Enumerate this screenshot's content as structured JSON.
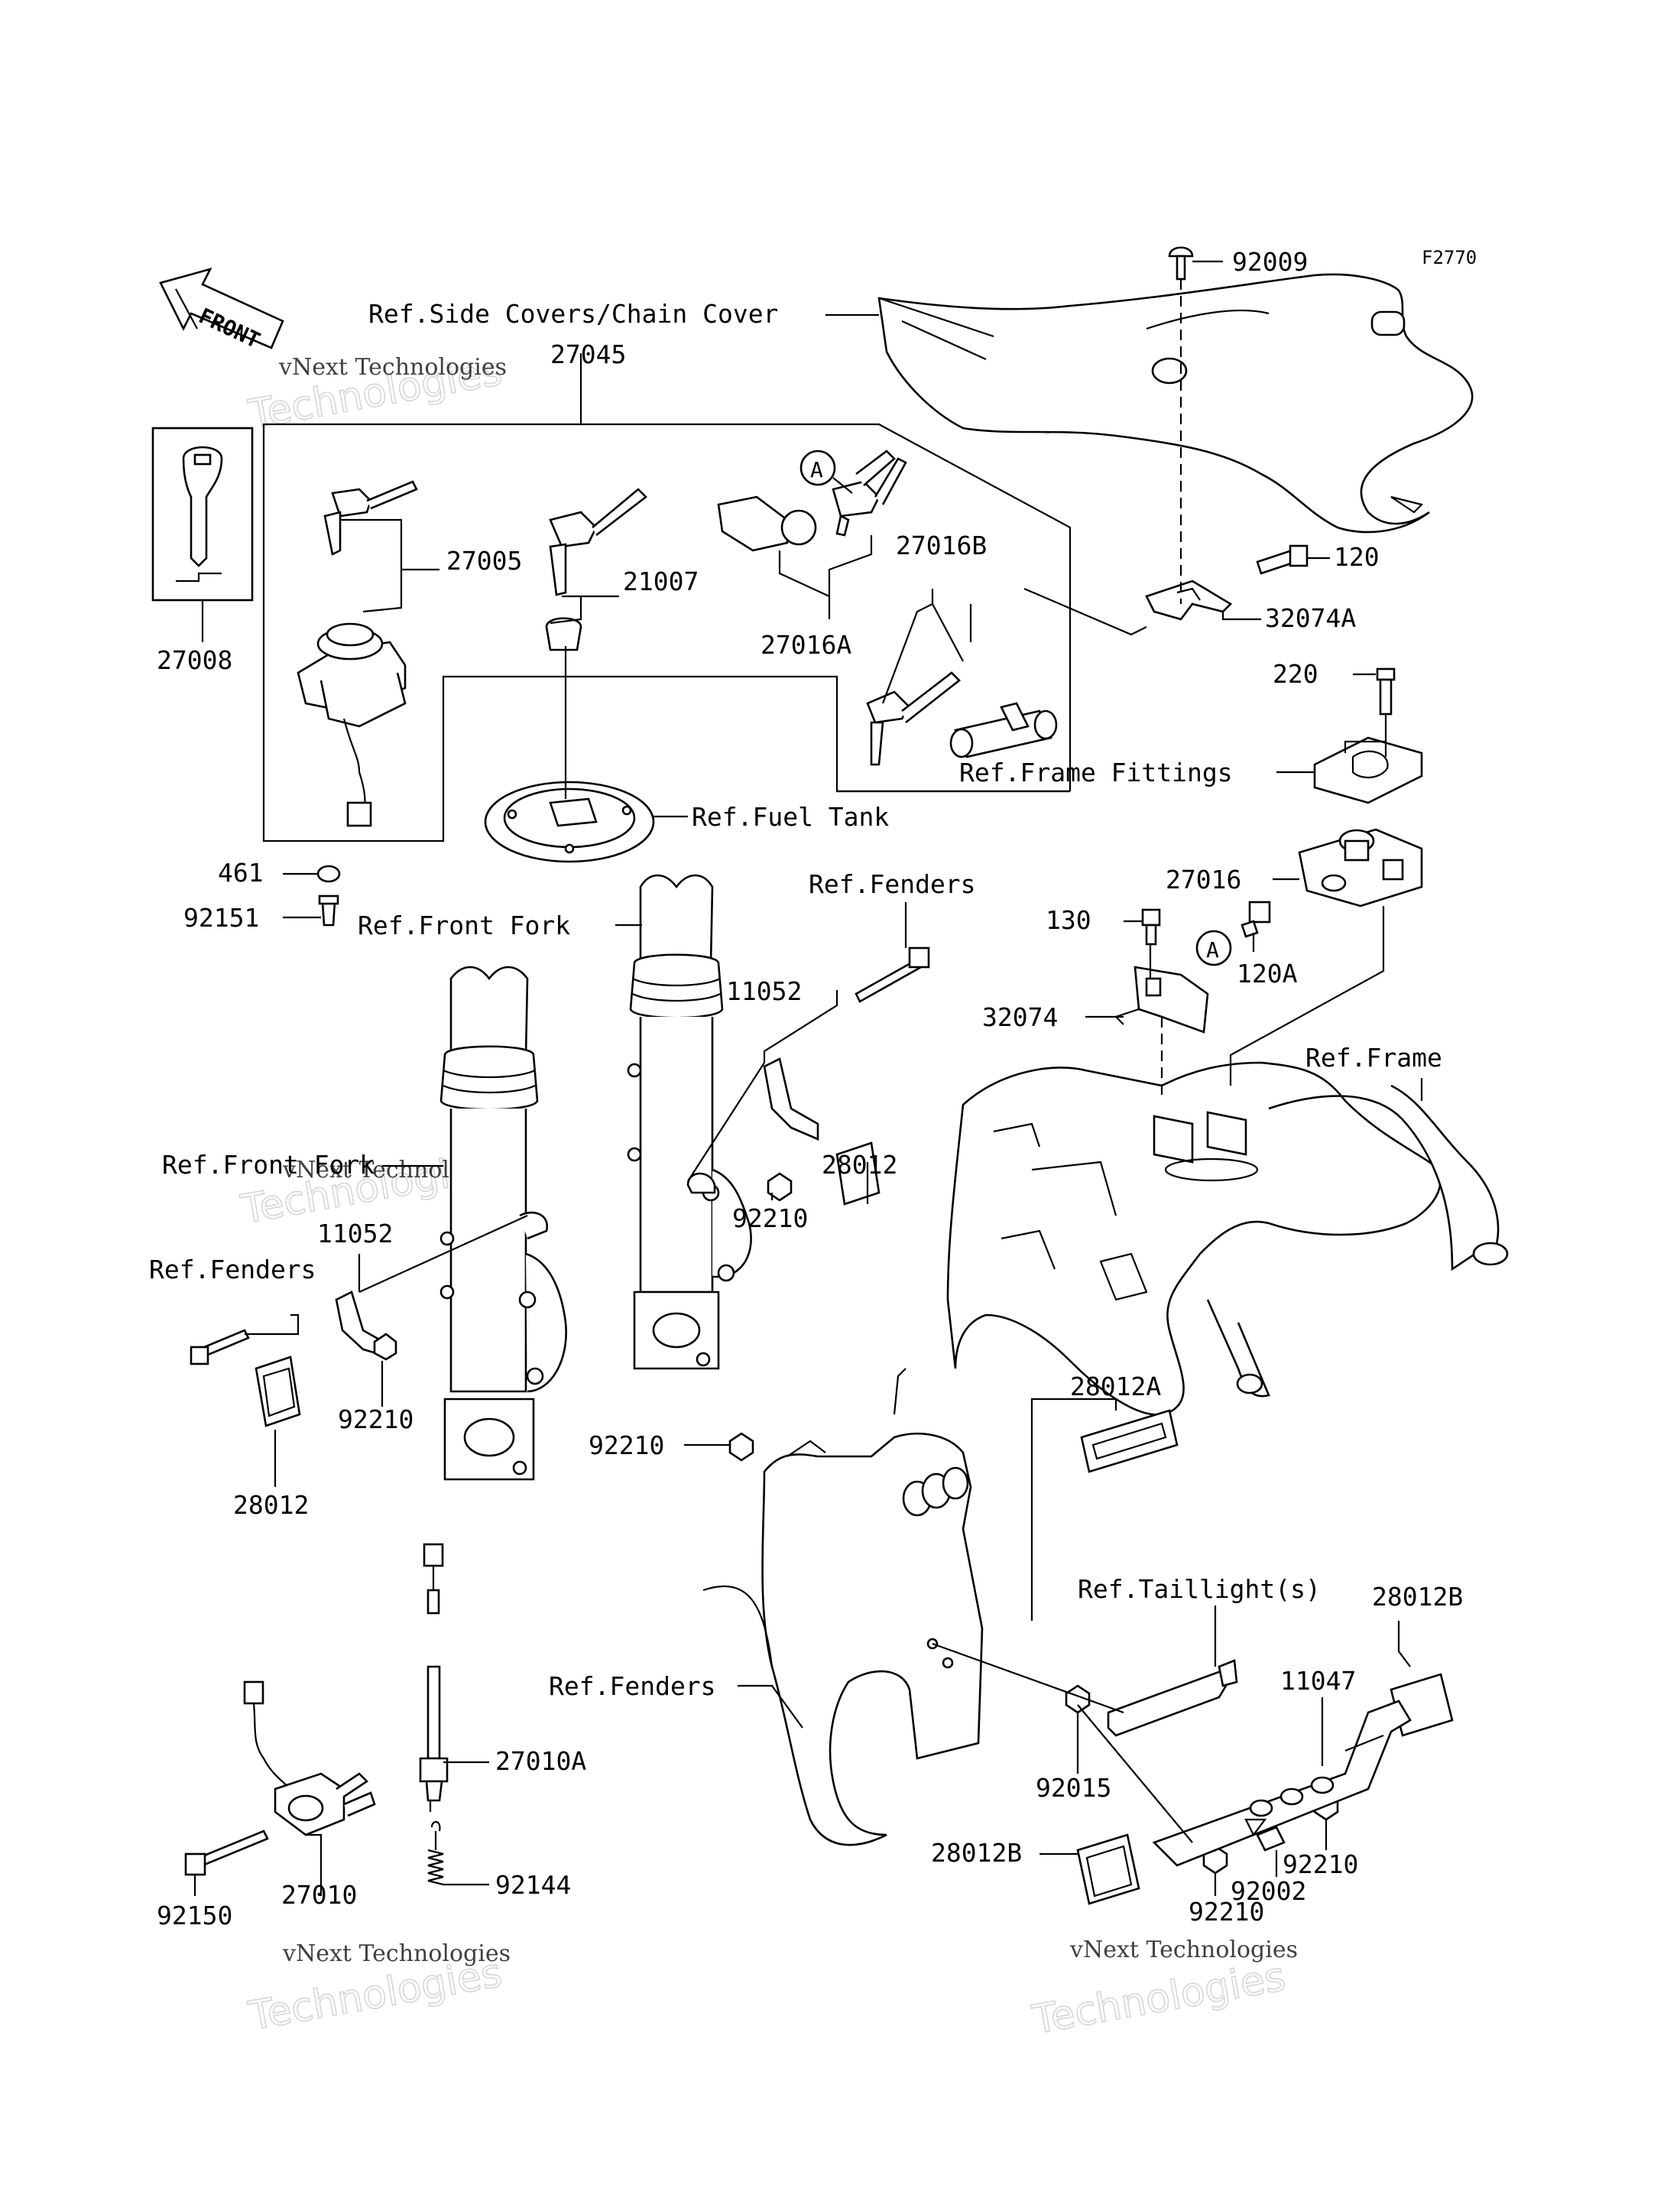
{
  "figure_code": "F2770",
  "front_arrow_label": "FRONT",
  "watermark": {
    "line1": "vNext Technologies",
    "line2": "Technologies"
  },
  "labels": {
    "ref_side_covers": "Ref.Side Covers/Chain Cover",
    "p92009": "92009",
    "p27045": "27045",
    "p27005": "27005",
    "p21007": "21007",
    "p27016A": "27016A",
    "p27016B": "27016B",
    "p120": "120",
    "p32074A": "32074A",
    "p27008": "27008",
    "p220": "220",
    "ref_frame_fittings": "Ref.Frame Fittings",
    "ref_fuel_tank": "Ref.Fuel Tank",
    "p461": "461",
    "p92151": "92151",
    "ref_front_fork_top": "Ref.Front Fork",
    "ref_fenders_top": "Ref.Fenders",
    "p27016": "27016",
    "p130": "130",
    "p120A": "120A",
    "p11052_top": "11052",
    "p32074": "32074",
    "ref_frame": "Ref.Frame",
    "p92210_a": "92210",
    "p28012_a": "28012",
    "ref_front_fork_left": "Ref.Front Fork",
    "p11052_left": "11052",
    "ref_fenders_left": "Ref.Fenders",
    "p92210_b": "92210",
    "p28012_b": "28012",
    "p92210_c": "92210",
    "p28012A": "28012A",
    "ref_taillight": "Ref.Taillight(s)",
    "p28012B_top": "28012B",
    "p11047": "11047",
    "ref_fenders_bottom": "Ref.Fenders",
    "p27010A": "27010A",
    "p92015": "92015",
    "p92210_d": "92210",
    "p28012B_bottom": "28012B",
    "p92002": "92002",
    "p92144": "92144",
    "p92150": "92150",
    "p27010": "27010",
    "p92210_e": "92210"
  },
  "callout_marker": "A"
}
